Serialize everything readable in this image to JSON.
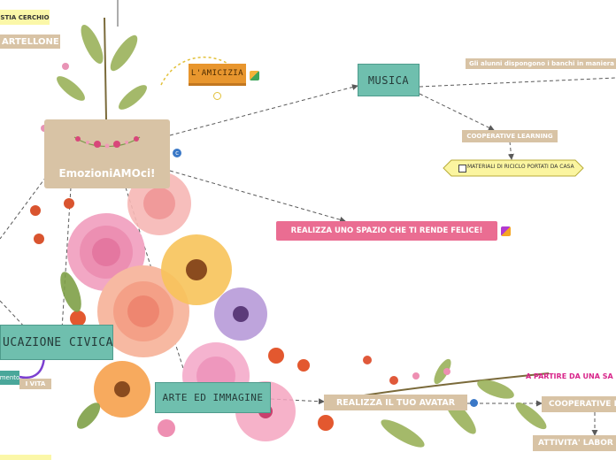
{
  "central": {
    "title": "EmozioniAMOci!"
  },
  "nodes": {
    "cerchio": "STIA CERCHIO",
    "cartellone": "ARTELLONE",
    "amicizia": "L'AMICIZIA",
    "musica": "MUSICA",
    "banchi": "Gli alunni dispongono i banchi in maniera libera",
    "cooperative_learning": "COOPERATIVE LEARNING",
    "materiali": "MATERIALI DI RICICLO PORTATI DA CASA",
    "spazio": "REALIZZA UNO SPAZIO CHE TI RENDE FELICE!",
    "educazione_civica": "UCAZIONE CIVICA",
    "mento": "mento",
    "vita": "I VITA",
    "arte": "ARTE ED IMMAGINE",
    "avatar": "REALIZZA IL TUO AVATAR",
    "partire": "A PARTIRE DA UNA SA",
    "cooperative_2": "COOPERATIVE L",
    "attivita": "ATTIVITA' LABOR"
  },
  "colors": {
    "tan": "#d8c3a5",
    "teal": "#6fbfae",
    "pink": "#ea6d92",
    "orange": "#e8962e",
    "yellow": "#fbf7a8",
    "connector": "#5a5a5a"
  }
}
